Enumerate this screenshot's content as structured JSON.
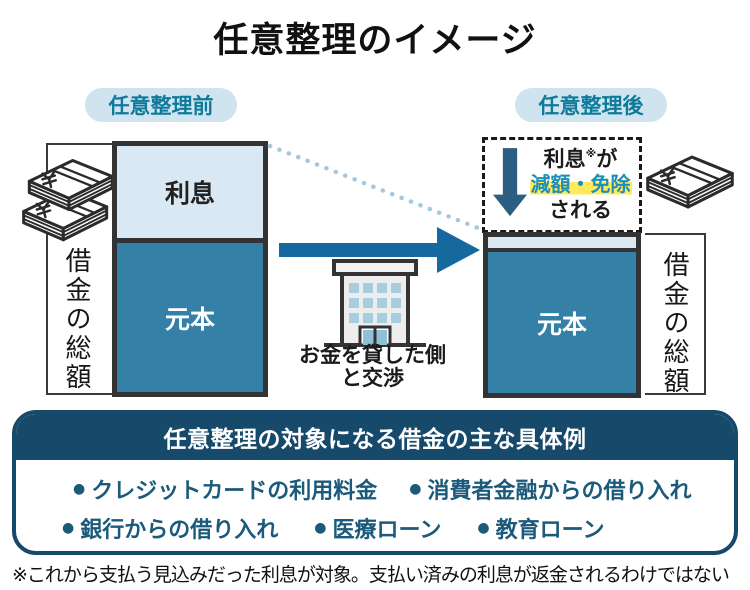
{
  "title": "任意整理のイメージ",
  "badges": {
    "before": "任意整理前",
    "after": "任意整理後"
  },
  "before_bar": {
    "interest": "利息",
    "principal": "元本",
    "bracket": "借金の総額"
  },
  "after_bar": {
    "principal": "元本",
    "bracket": "借金の総額"
  },
  "callout": {
    "word": "利息",
    "mark": "※",
    "particle": "が",
    "reduced": "減額・免除",
    "suffix": "される"
  },
  "negotiation": {
    "line1": "お金を貸した側",
    "line2": "と交渉"
  },
  "examples": {
    "header": "任意整理の対象になる借金の主な具体例",
    "bullet": "●",
    "row1": [
      "クレジットカードの利用料金",
      "消費者金融からの借り入れ"
    ],
    "row2": [
      "銀行からの借り入れ",
      "医療ローン",
      "教育ローン"
    ]
  },
  "footnote": "※これから支払う見込みだった利息が対象。支払い済みの利息が返金されるわけではない",
  "colors": {
    "navy": "#17496b",
    "bar_teal": "#3580a7",
    "light_blue": "#d9e8f2",
    "arrow_blue": "#16699e",
    "pill_bg": "#cfe4ef",
    "pill_text": "#0e7a9b",
    "list_text": "#1b5a7a",
    "highlight_yellow": "#ffe95c",
    "reduced_text": "#1e8fb6"
  }
}
